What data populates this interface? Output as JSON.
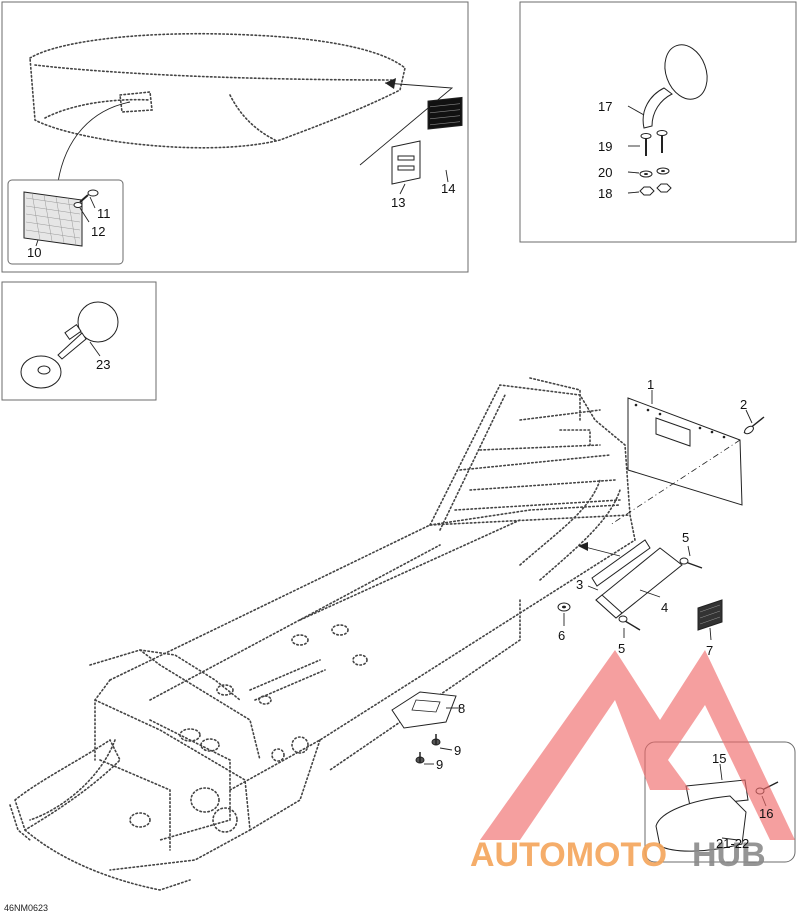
{
  "drawing_code": "46NM0623",
  "watermark": {
    "word1": "AUTOMOTO",
    "word2": "HUB",
    "color1": "#f4a55a",
    "color2": "#8a8a8a",
    "logo_color": "#ef6a6a"
  },
  "callouts": {
    "c1": "1",
    "c2": "2",
    "c3": "3",
    "c4": "4",
    "c5a": "5",
    "c5b": "5",
    "c6": "6",
    "c7": "7",
    "c8": "8",
    "c9a": "9",
    "c9b": "9",
    "c10": "10",
    "c11": "11",
    "c12": "12",
    "c13": "13",
    "c14": "14",
    "c15": "15",
    "c16": "16",
    "c17": "17",
    "c18": "18",
    "c19": "19",
    "c20": "20",
    "c2122": "21-22",
    "c23": "23"
  }
}
